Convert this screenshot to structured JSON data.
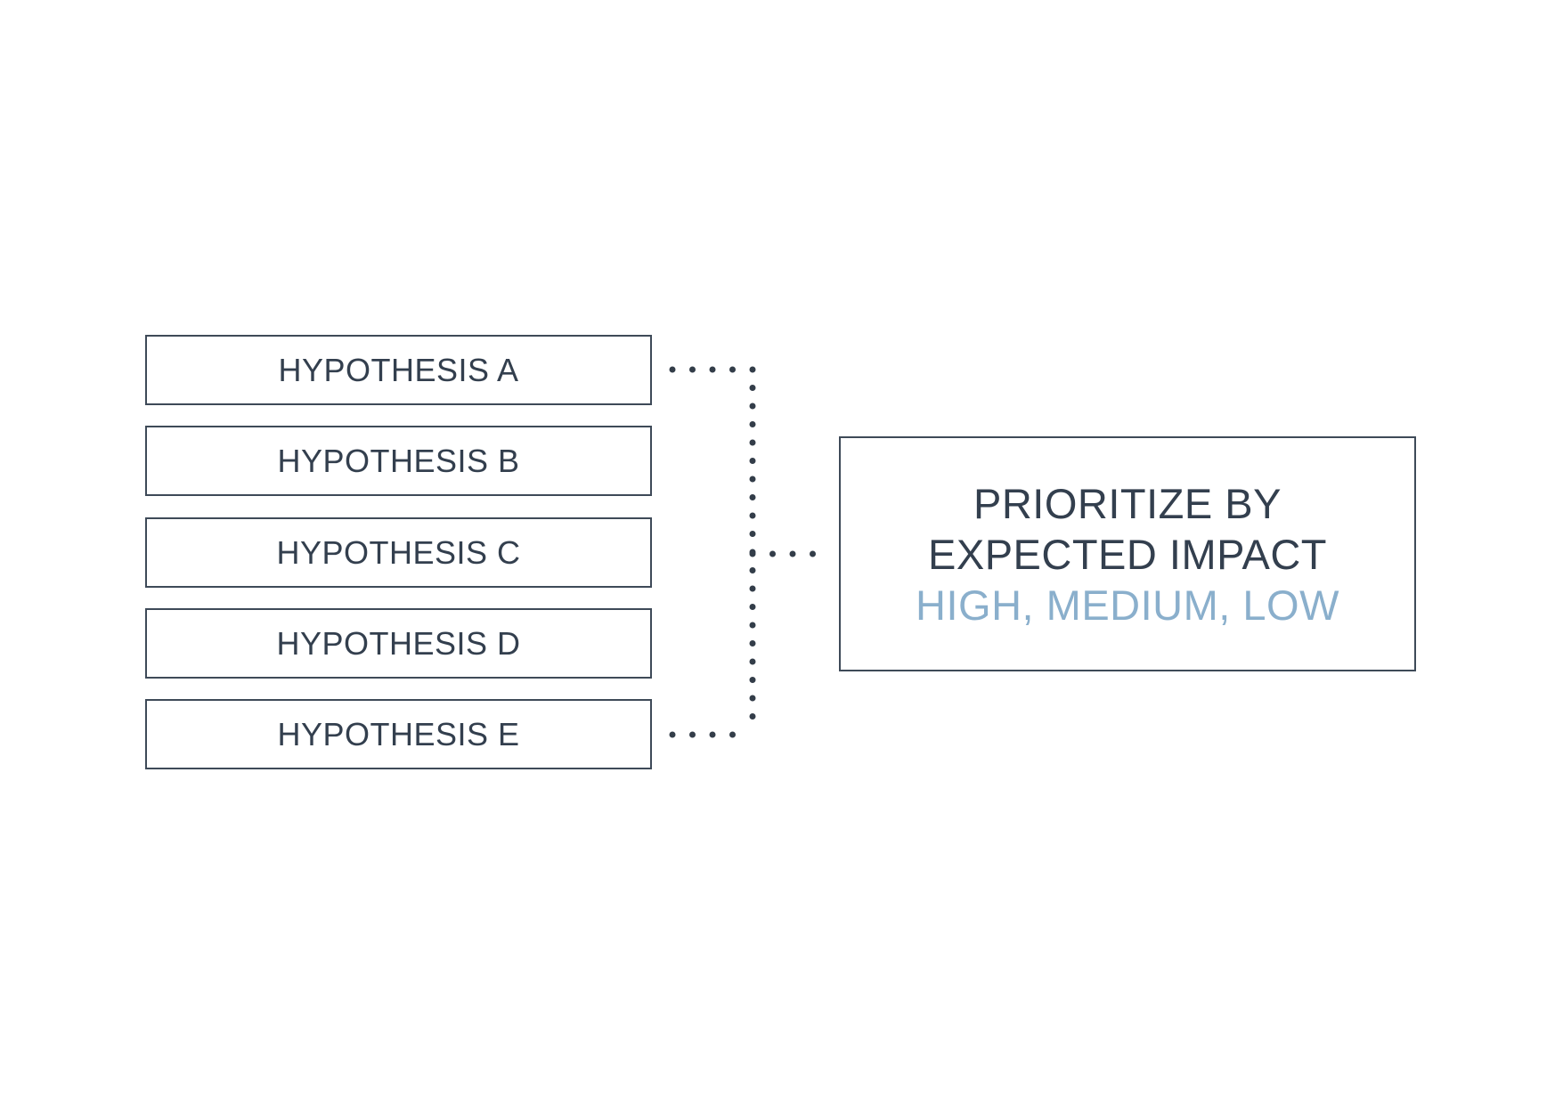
{
  "diagram": {
    "hypotheses": [
      {
        "id": "A",
        "label": "HYPOTHESIS A"
      },
      {
        "id": "B",
        "label": "HYPOTHESIS B"
      },
      {
        "id": "C",
        "label": "HYPOTHESIS C"
      },
      {
        "id": "D",
        "label": "HYPOTHESIS D"
      },
      {
        "id": "E",
        "label": "HYPOTHESIS E"
      }
    ],
    "priority_box": {
      "title_line1": "PRIORITIZE BY",
      "title_line2": "EXPECTED IMPACT",
      "subtitle": "HIGH, MEDIUM, LOW"
    },
    "colors": {
      "background": "#ffffff",
      "box_outline": "#3e4a58",
      "text_primary": "#333f4e",
      "text_accent": "#8aafcc",
      "connector_dots": "#333d49"
    }
  }
}
